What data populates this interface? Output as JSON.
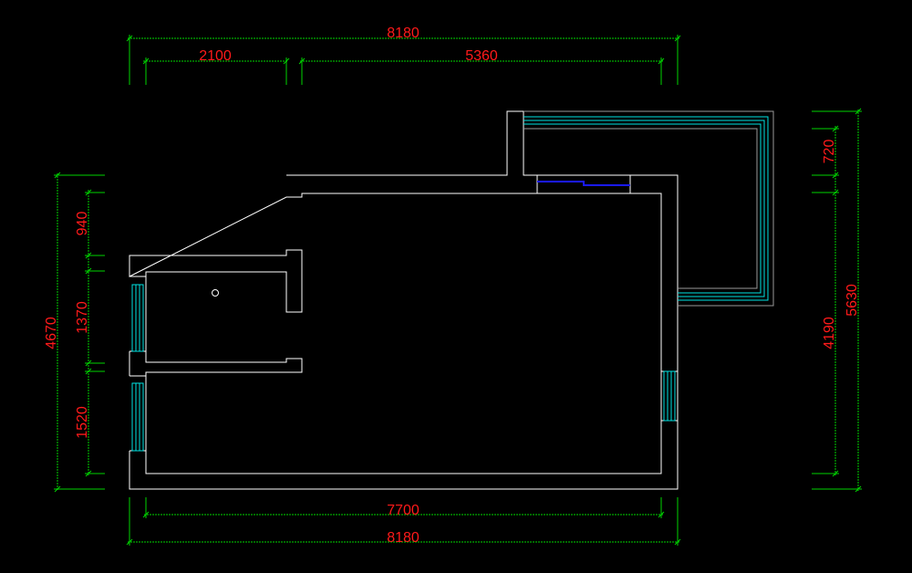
{
  "dimensions": {
    "top_total": "8180",
    "top_left": "2100",
    "top_right": "5360",
    "bottom_inner": "7700",
    "bottom_total": "8180",
    "left_total": "4670",
    "left_1": "940",
    "left_2": "1370",
    "left_3": "1520",
    "right_1": "720",
    "right_2": "4190",
    "right_total": "5630"
  },
  "colors": {
    "background": "#000000",
    "wall": "#ffffff",
    "window": "#00e5e5",
    "dimension_line": "#00d400",
    "dimension_text": "#ff1a1a",
    "door": "#1a1aff"
  }
}
